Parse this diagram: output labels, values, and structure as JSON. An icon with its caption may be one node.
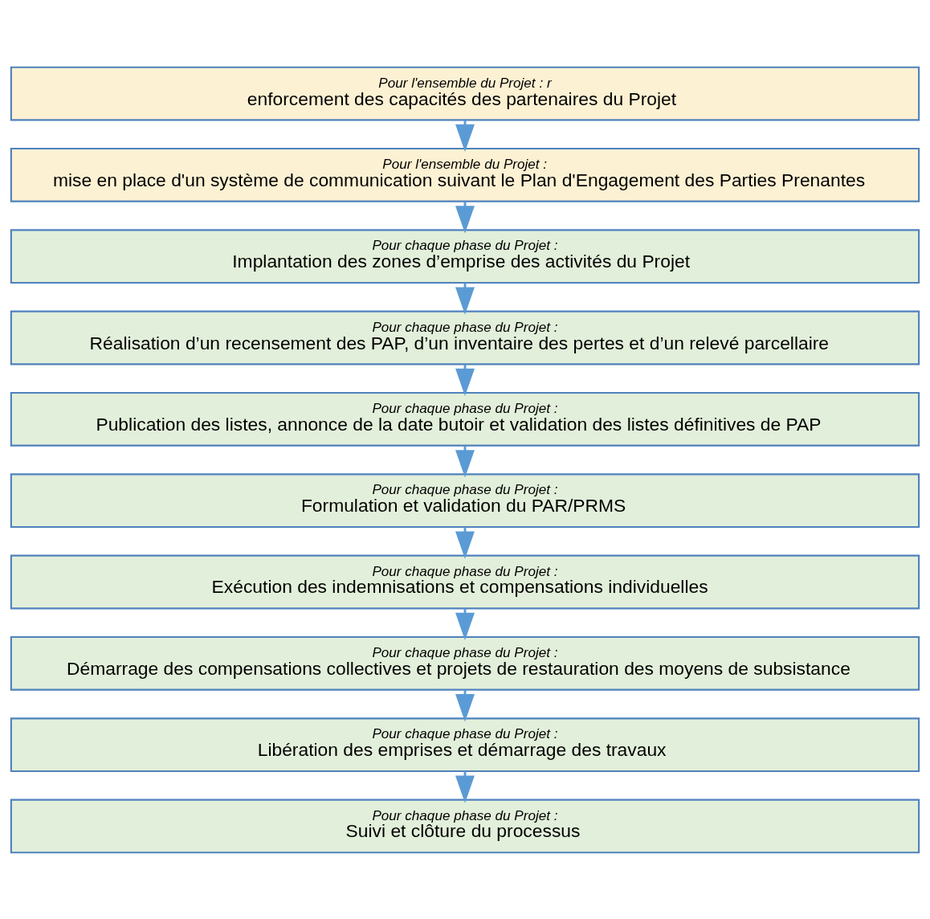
{
  "diagram": {
    "nodes": [
      {
        "text": [
          "Pour l'ensemble du Projet : r",
          "enforcement des capacités des partenaires du Projet"
        ]
      },
      {
        "text": [
          "Pour l'ensemble du Projet :",
          "mise en place d'un système de communication suivant le Plan d'Engagement des Parties Prenantes"
        ]
      },
      {
        "text": [
          "Pour chaque phase du Projet :",
          "Implantation des zones d’emprise des activités du Projet"
        ]
      },
      {
        "text": [
          "Pour chaque phase du Projet :",
          "Réalisation d’un recensement des PAP, d’un inventaire des pertes et d’un relevé parcellaire"
        ]
      },
      {
        "text": [
          "Pour chaque phase du Projet :",
          "Publication des listes, annonce de la date butoir et validation des listes définitives de PAP"
        ]
      },
      {
        "text": [
          "Pour chaque phase du Projet :",
          "Formulation et validation du PAR/PRMS"
        ]
      },
      {
        "text": [
          "Pour chaque phase du Projet :",
          "Exécution des indemnisations et compensations individuelles"
        ]
      },
      {
        "text": [
          "Pour chaque phase du Projet :",
          "Démarrage des compensations collectives et projets de restauration des moyens de subsistance"
        ]
      },
      {
        "text": [
          "Pour chaque phase du Projet :",
          "Libération des emprises et démarrage des travaux"
        ]
      },
      {
        "text": [
          "Pour chaque phase du Projet :",
          "Suivi et clôture du processus"
        ]
      }
    ],
    "edges": [
      {
        "from": 0,
        "to": 1,
        "arrow": "to"
      },
      {
        "from": 1,
        "to": 2,
        "arrow": "to"
      },
      {
        "from": 2,
        "to": 3,
        "arrow": "to"
      },
      {
        "from": 3,
        "to": 4,
        "arrow": "to"
      },
      {
        "from": 4,
        "to": 5,
        "arrow": "to"
      },
      {
        "from": 5,
        "to": 6,
        "arrow": "to"
      },
      {
        "from": 6,
        "to": 7,
        "arrow": "to"
      },
      {
        "from": 7,
        "to": 8,
        "arrow": "to"
      },
      {
        "from": 8,
        "to": 9,
        "arrow": "to"
      }
    ]
  }
}
